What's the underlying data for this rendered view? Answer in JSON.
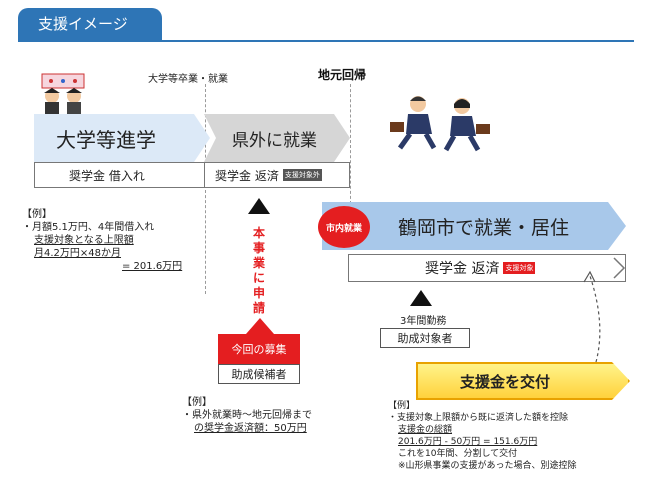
{
  "header": {
    "tab_title": "支援イメージ"
  },
  "timeline": {
    "graduation_label": "大学等卒業・就業",
    "return_label": "地元回帰"
  },
  "stages": {
    "university": {
      "title": "大学等進学",
      "sub": "奨学金 借入れ"
    },
    "outside": {
      "title": "県外に就業",
      "sub": "奨学金 返済",
      "tag": "支援対象外"
    },
    "tsuruoka": {
      "badge": "市内就業",
      "title": "鶴岡市で就業・居住",
      "sub": "奨学金 返済",
      "tag": "支援対象"
    }
  },
  "apply_vertical": "本事業に申請",
  "recruit": {
    "label": "今回の募集",
    "candidate": "助成候補者"
  },
  "work_years": "3年間勤務",
  "grant_target": "助成対象者",
  "grant_button": "支援金を交付",
  "example1": {
    "title": "【例】",
    "lines": [
      "・月額5.1万円、4年間借入れ",
      "支援対象となる上限額",
      "月4.2万円×48か月",
      "= 201.6万円"
    ]
  },
  "example2": {
    "title": "【例】",
    "lines": [
      "・県外就業時～地元回帰まで",
      "の奨学金返済額：50万円"
    ]
  },
  "example3": {
    "title": "【例】",
    "lines": [
      "・支援対象上限額から既に返済した額を控除",
      "支援金の総額",
      "201.6万円 - 50万円 = 151.6万円",
      "これを10年間、分割して交付",
      "※山形県事業の支援があった場合、別途控除"
    ]
  },
  "colors": {
    "brand_blue": "#2e75b6",
    "light_blue": "#dce9f7",
    "gray": "#d6d6d6",
    "mid_blue": "#a8c8ea",
    "accent_red": "#e41e20",
    "gold": "#ffd23c"
  }
}
